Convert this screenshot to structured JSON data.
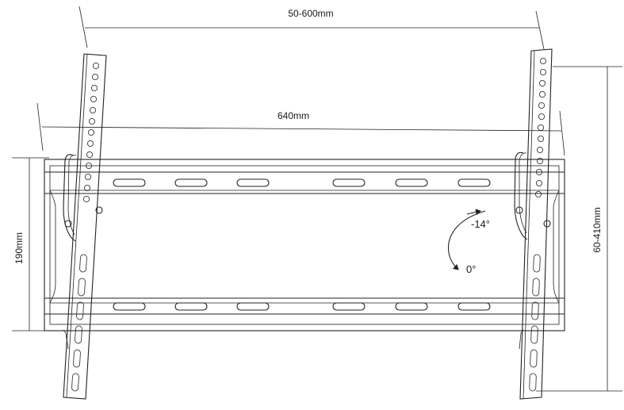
{
  "dimensions": {
    "top_span": "50-600mm",
    "plate_width": "640mm",
    "plate_height": "190mm",
    "vertical_span": "60-410mm"
  },
  "tilt": {
    "upper_angle": "-14°",
    "lower_angle": "0°"
  }
}
